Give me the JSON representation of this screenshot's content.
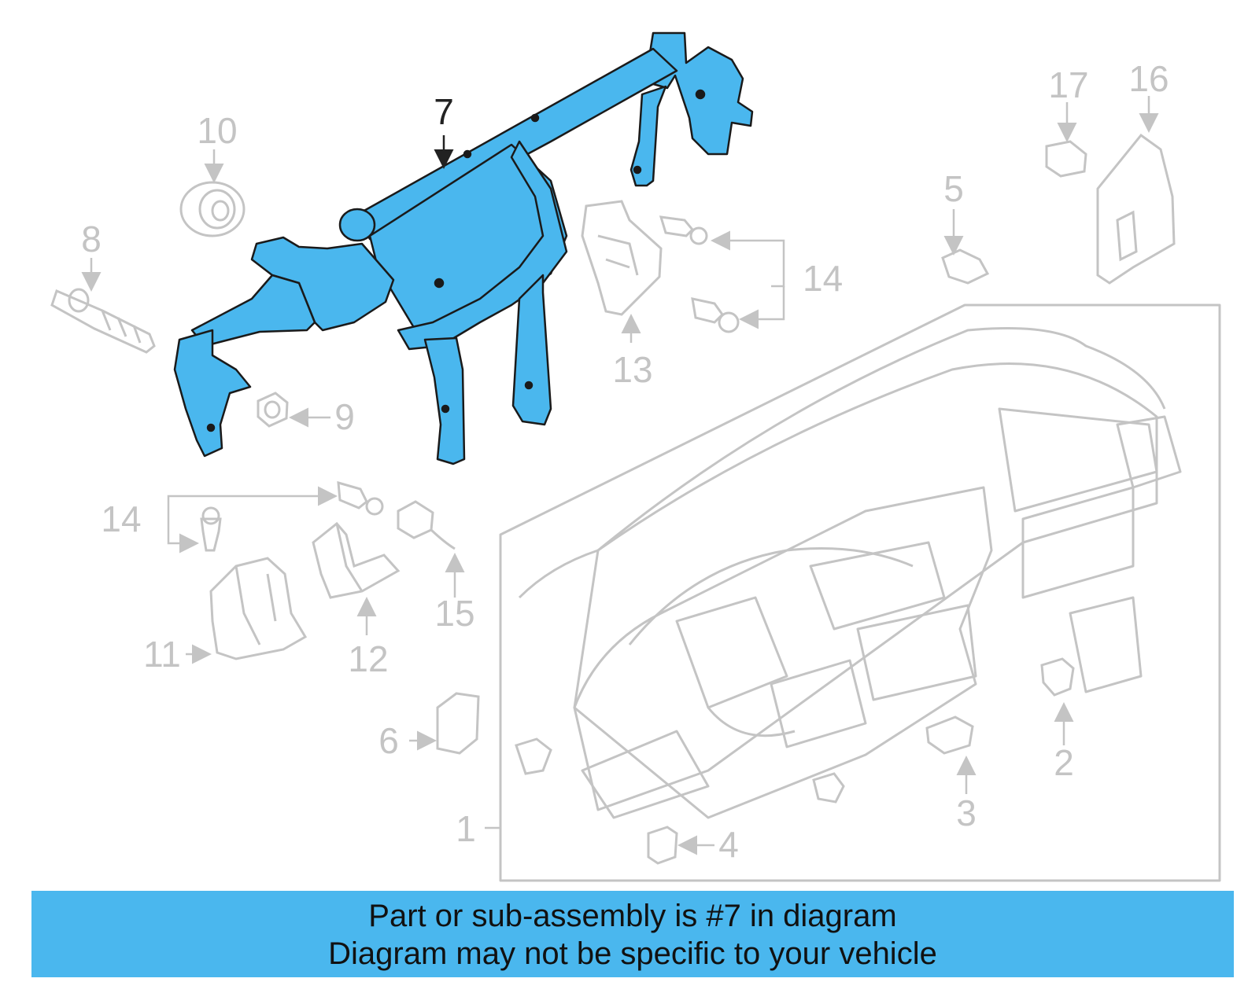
{
  "callouts": {
    "c1": "1",
    "c2": "2",
    "c3": "3",
    "c4": "4",
    "c5": "5",
    "c6": "6",
    "c7": "7",
    "c8": "8",
    "c9": "9",
    "c10": "10",
    "c11": "11",
    "c12": "12",
    "c13": "13",
    "c14a": "14",
    "c14b": "14",
    "c15": "15",
    "c16": "16",
    "c17": "17"
  },
  "caption": {
    "line1": "Part or sub-assembly is #7 in diagram",
    "line2": "Diagram may not be specific to your vehicle"
  },
  "colors": {
    "highlight": "#4ab7ee",
    "outline": "#c4c4c4",
    "text": "#111111"
  },
  "highlighted_part": "7"
}
